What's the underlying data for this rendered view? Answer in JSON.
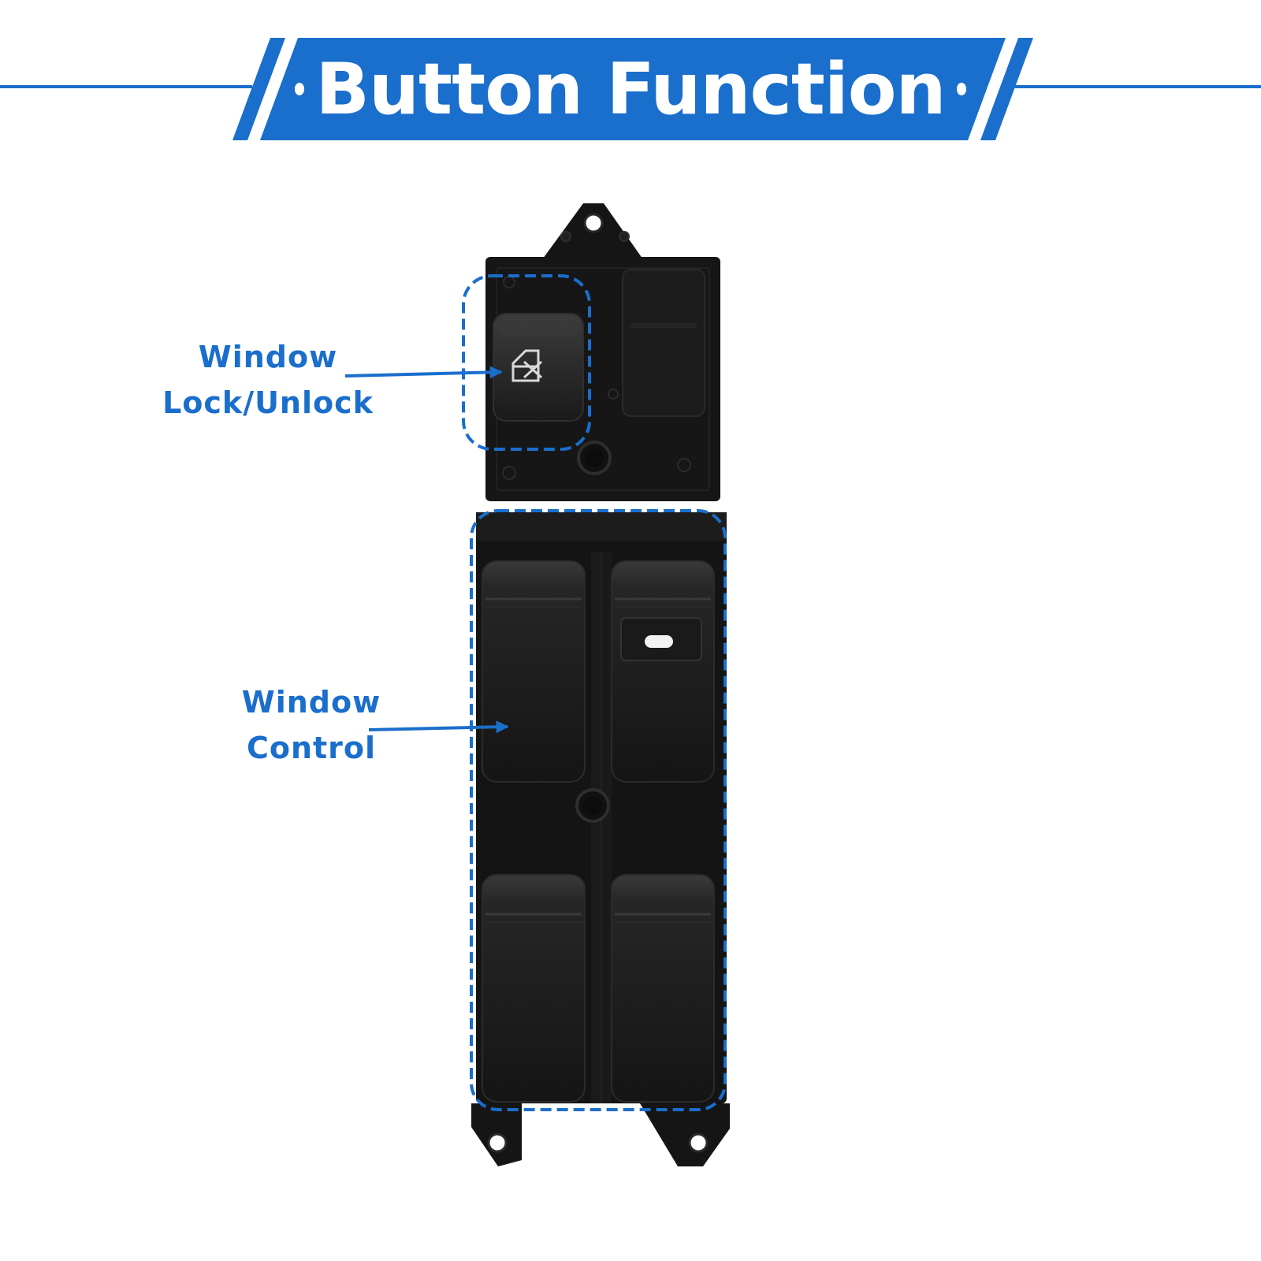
{
  "header": {
    "title": "Button Function",
    "accent_color": "#1a6ecc"
  },
  "callouts": {
    "lock": {
      "line1": "Window",
      "line2": "Lock/Unlock"
    },
    "control": {
      "line1": "Window",
      "line2": "Control"
    }
  },
  "device": {
    "lock_button_icon": "window-lock-icon",
    "indicator_icon": "indicator-light-icon"
  }
}
